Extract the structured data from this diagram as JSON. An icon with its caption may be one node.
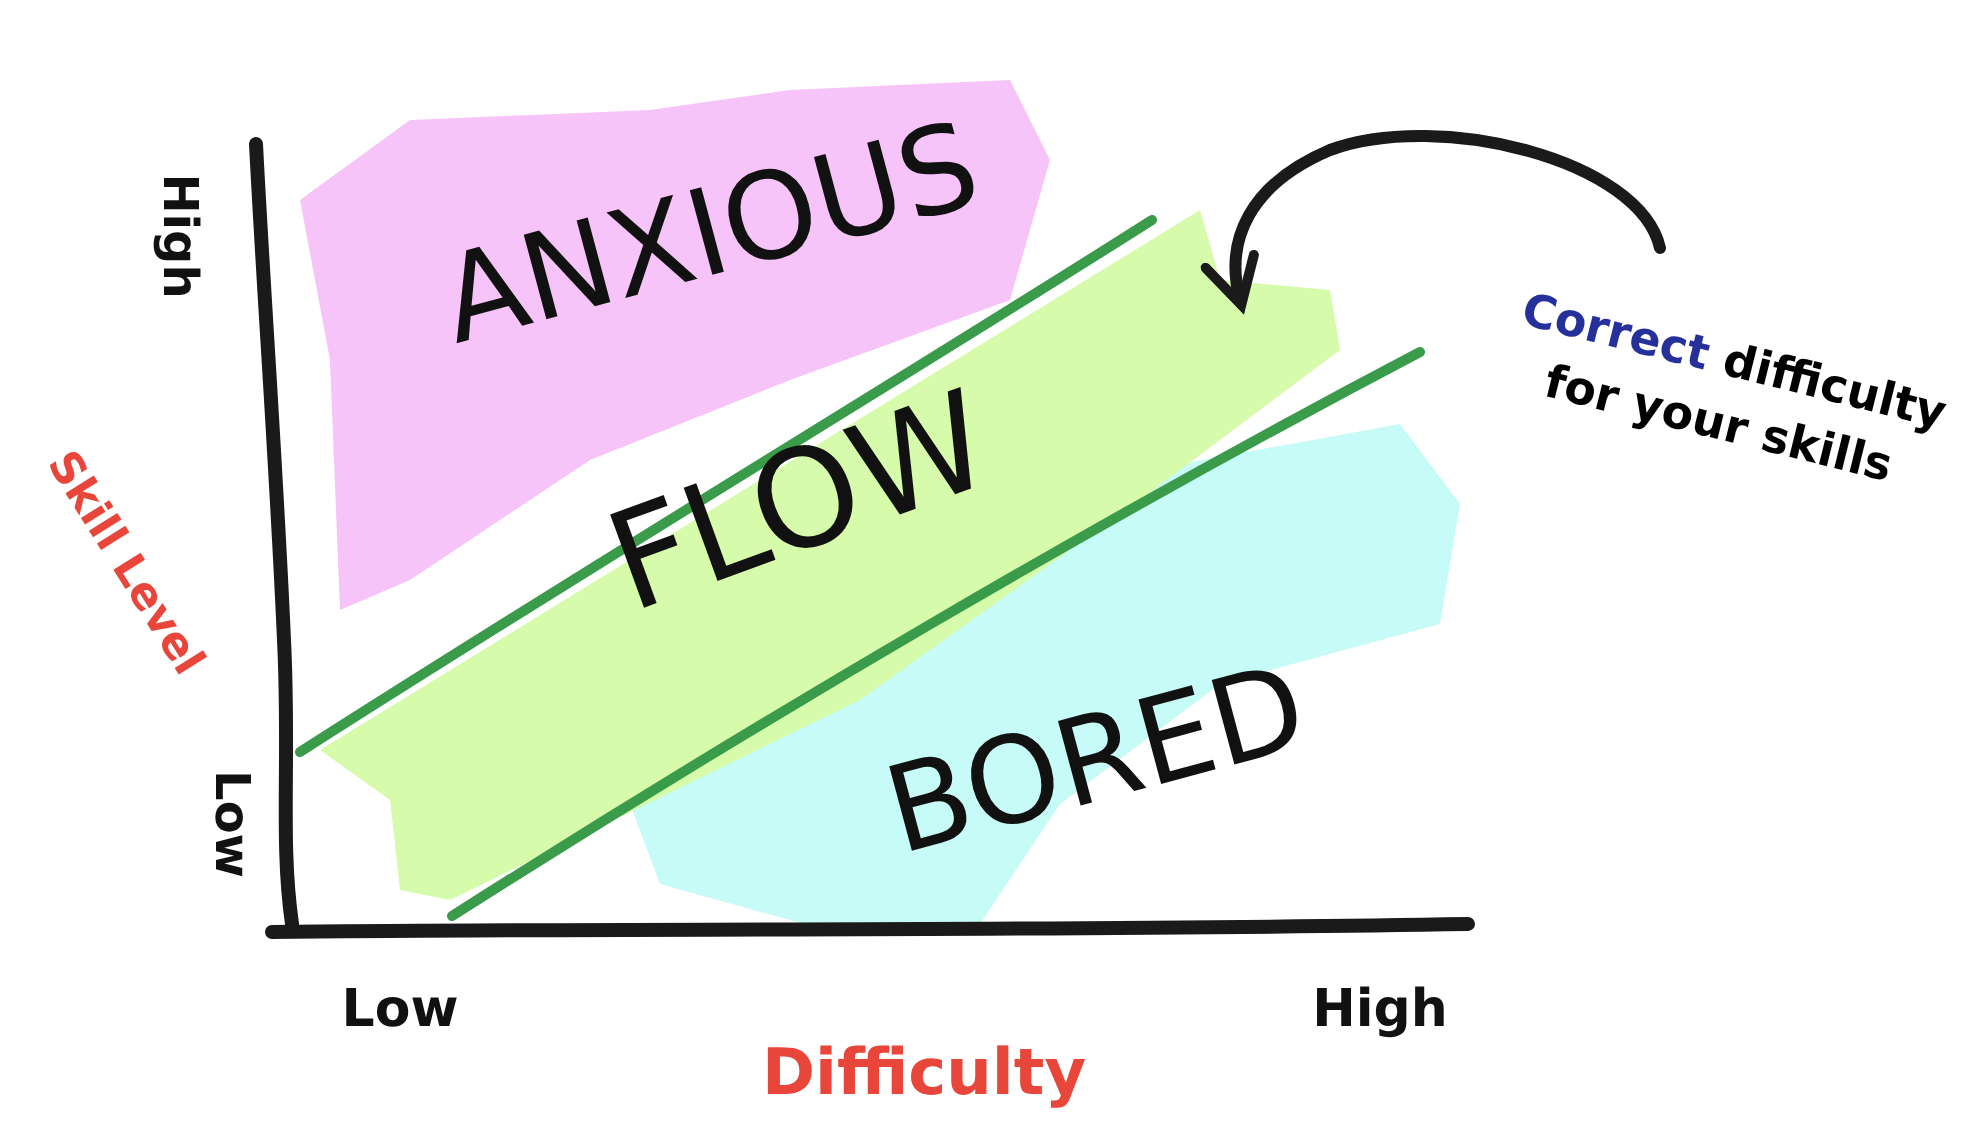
{
  "diagram": {
    "nodes": [
      {
        "text": [
          "ANXIOUS"
        ]
      },
      {
        "text": [
          "FLOW"
        ]
      },
      {
        "text": [
          "BORED"
        ]
      },
      {
        "text": [
          "Correct difficulty for your skills"
        ]
      }
    ],
    "edges": [
      {
        "from": 3,
        "to": 1,
        "arrow": "to"
      }
    ],
    "labels": [
      "High",
      "Skill Level",
      "Low",
      "Low",
      "High",
      "Difficulty"
    ]
  }
}
